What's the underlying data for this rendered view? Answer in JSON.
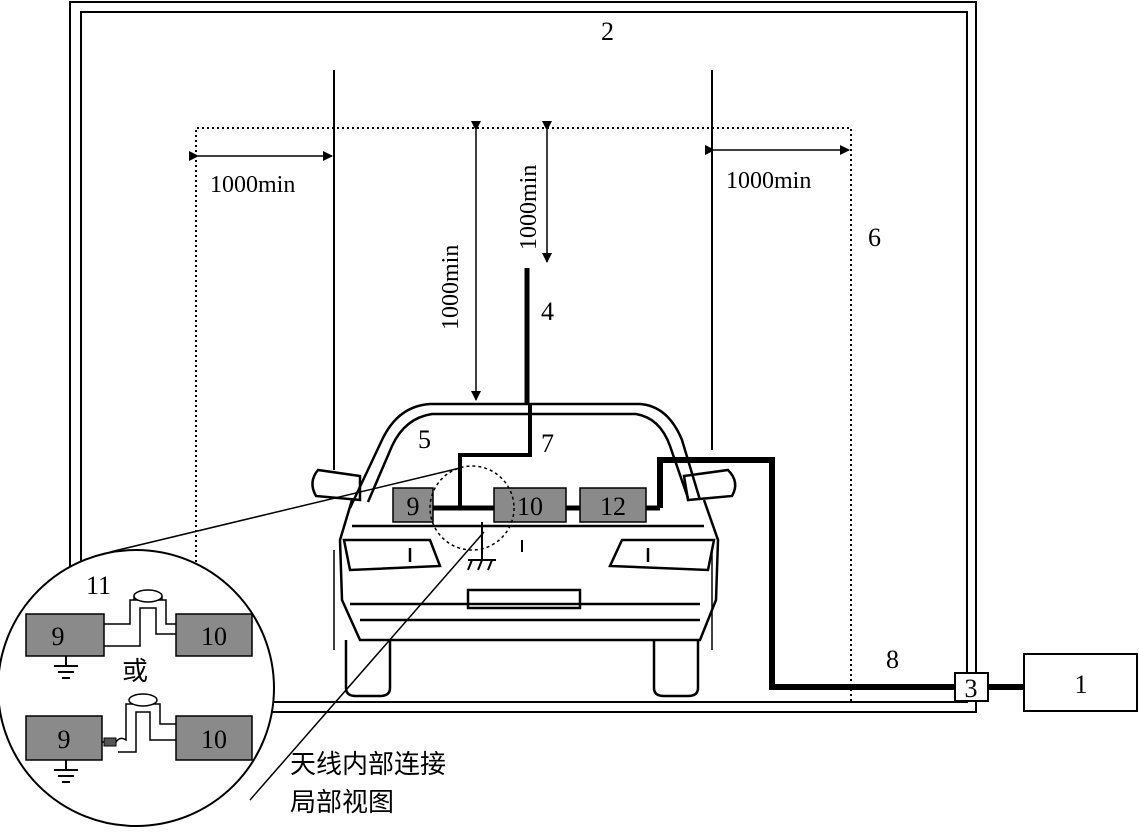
{
  "labels": {
    "n1": "1",
    "n2": "2",
    "n3": "3",
    "n4": "4",
    "n5": "5",
    "n6": "6",
    "n7": "7",
    "n8": "8",
    "n9": "9",
    "n10": "10",
    "n11": "11",
    "n12": "12"
  },
  "dimensions": {
    "left": "1000min",
    "right": "1000min",
    "antenna_vertical": "1000min",
    "roof_vertical": "1000min"
  },
  "detail": {
    "or_text": "或",
    "caption_line1": "天线内部连接",
    "caption_line2": "局部视图"
  },
  "colors": {
    "stroke": "#000000",
    "box_fill": "#8a8a8a",
    "background": "#ffffff"
  }
}
